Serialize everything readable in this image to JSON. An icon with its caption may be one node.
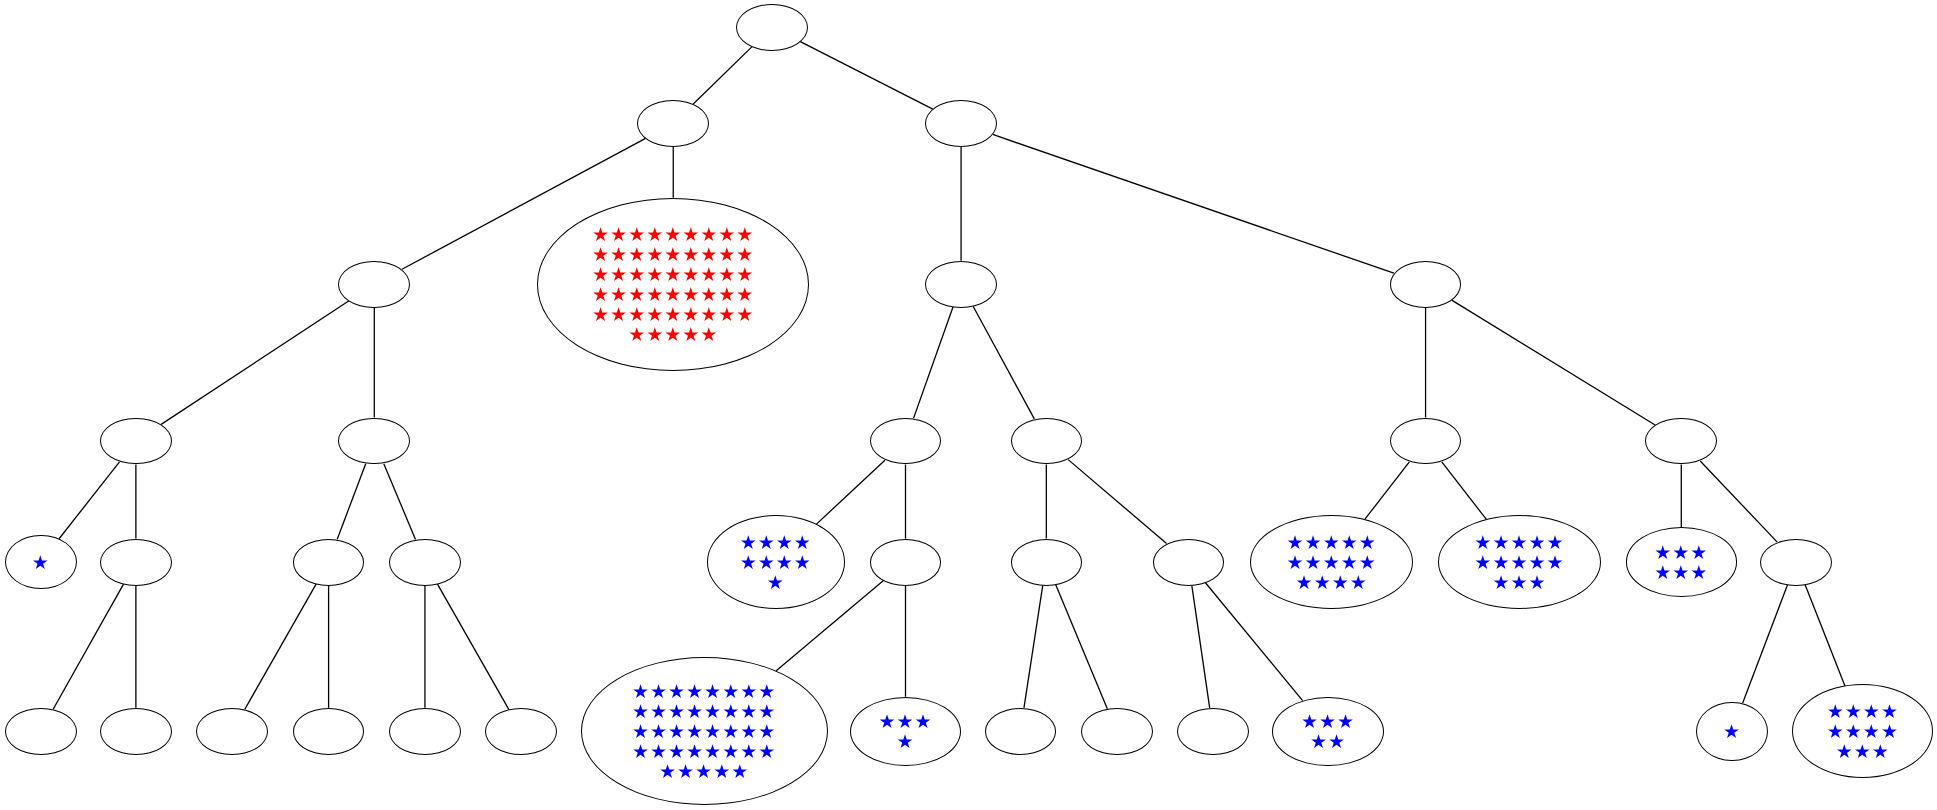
{
  "diagram": {
    "nodes": [
      {
        "text": [],
        "shape": "ellipse"
      },
      {
        "text": [],
        "shape": "ellipse"
      },
      {
        "text": [],
        "shape": "ellipse"
      },
      {
        "text": [],
        "shape": "ellipse"
      },
      {
        "text": [
          "★★★★★★★★★ ★★★★★★★★★ ★★★★★★★★★ ★★★★★★★★★ ★★★★★★★★★ ★★★★★"
        ]
      },
      {
        "text": [],
        "shape": "ellipse"
      },
      {
        "text": [],
        "shape": "ellipse"
      },
      {
        "text": [],
        "shape": "ellipse"
      },
      {
        "text": [],
        "shape": "ellipse"
      },
      {
        "text": [],
        "shape": "ellipse"
      },
      {
        "text": [],
        "shape": "ellipse"
      },
      {
        "text": [],
        "shape": "ellipse"
      },
      {
        "text": [],
        "shape": "ellipse"
      },
      {
        "text": [
          "★"
        ]
      },
      {
        "text": [],
        "shape": "ellipse"
      },
      {
        "text": [],
        "shape": "ellipse"
      },
      {
        "text": [],
        "shape": "ellipse"
      },
      {
        "text": [
          "★★★★ ★★★★ ★"
        ]
      },
      {
        "text": [],
        "shape": "ellipse"
      },
      {
        "text": [],
        "shape": "ellipse"
      },
      {
        "text": [],
        "shape": "ellipse"
      },
      {
        "text": [
          "★★★★★ ★★★★★ ★★★★"
        ]
      },
      {
        "text": [
          "★★★★★ ★★★★★ ★★★"
        ]
      },
      {
        "text": [
          "★★★ ★★★"
        ]
      },
      {
        "text": [],
        "shape": "ellipse"
      },
      {
        "text": [],
        "shape": "ellipse"
      },
      {
        "text": [],
        "shape": "ellipse"
      },
      {
        "text": [],
        "shape": "ellipse"
      },
      {
        "text": [],
        "shape": "ellipse"
      },
      {
        "text": [],
        "shape": "ellipse"
      },
      {
        "text": [],
        "shape": "ellipse"
      },
      {
        "text": [
          "★★★★★★★★ ★★★★★★★★ ★★★★★★★★ ★★★★★★★★ ★★★★★"
        ]
      },
      {
        "text": [
          "★★★ ★"
        ]
      },
      {
        "text": [],
        "shape": "ellipse"
      },
      {
        "text": [],
        "shape": "ellipse"
      },
      {
        "text": [],
        "shape": "ellipse"
      },
      {
        "text": [
          "★★★ ★★"
        ]
      },
      {
        "text": [
          "★"
        ]
      },
      {
        "text": [
          "★★★★ ★★★★ ★★★"
        ]
      }
    ],
    "edges": [
      {
        "from": 0,
        "to": 1,
        "arrow": "none"
      },
      {
        "from": 0,
        "to": 2,
        "arrow": "none"
      },
      {
        "from": 1,
        "to": 3,
        "arrow": "none"
      },
      {
        "from": 1,
        "to": 4,
        "arrow": "none"
      },
      {
        "from": 2,
        "to": 5,
        "arrow": "none"
      },
      {
        "from": 2,
        "to": 6,
        "arrow": "none"
      },
      {
        "from": 3,
        "to": 7,
        "arrow": "none"
      },
      {
        "from": 3,
        "to": 8,
        "arrow": "none"
      },
      {
        "from": 5,
        "to": 9,
        "arrow": "none"
      },
      {
        "from": 5,
        "to": 10,
        "arrow": "none"
      },
      {
        "from": 6,
        "to": 11,
        "arrow": "none"
      },
      {
        "from": 6,
        "to": 12,
        "arrow": "none"
      },
      {
        "from": 7,
        "to": 13,
        "arrow": "none"
      },
      {
        "from": 7,
        "to": 14,
        "arrow": "none"
      },
      {
        "from": 8,
        "to": 15,
        "arrow": "none"
      },
      {
        "from": 8,
        "to": 16,
        "arrow": "none"
      },
      {
        "from": 9,
        "to": 17,
        "arrow": "none"
      },
      {
        "from": 9,
        "to": 18,
        "arrow": "none"
      },
      {
        "from": 10,
        "to": 19,
        "arrow": "none"
      },
      {
        "from": 10,
        "to": 20,
        "arrow": "none"
      },
      {
        "from": 11,
        "to": 21,
        "arrow": "none"
      },
      {
        "from": 11,
        "to": 22,
        "arrow": "none"
      },
      {
        "from": 12,
        "to": 23,
        "arrow": "none"
      },
      {
        "from": 12,
        "to": 24,
        "arrow": "none"
      },
      {
        "from": 14,
        "to": 25,
        "arrow": "none"
      },
      {
        "from": 14,
        "to": 26,
        "arrow": "none"
      },
      {
        "from": 15,
        "to": 27,
        "arrow": "none"
      },
      {
        "from": 15,
        "to": 28,
        "arrow": "none"
      },
      {
        "from": 16,
        "to": 29,
        "arrow": "none"
      },
      {
        "from": 16,
        "to": 30,
        "arrow": "none"
      },
      {
        "from": 18,
        "to": 31,
        "arrow": "none"
      },
      {
        "from": 18,
        "to": 32,
        "arrow": "none"
      },
      {
        "from": 19,
        "to": 33,
        "arrow": "none"
      },
      {
        "from": 19,
        "to": 34,
        "arrow": "none"
      },
      {
        "from": 20,
        "to": 35,
        "arrow": "none"
      },
      {
        "from": 20,
        "to": 36,
        "arrow": "none"
      },
      {
        "from": 24,
        "to": 37,
        "arrow": "none"
      },
      {
        "from": 24,
        "to": 38,
        "arrow": "none"
      }
    ]
  }
}
